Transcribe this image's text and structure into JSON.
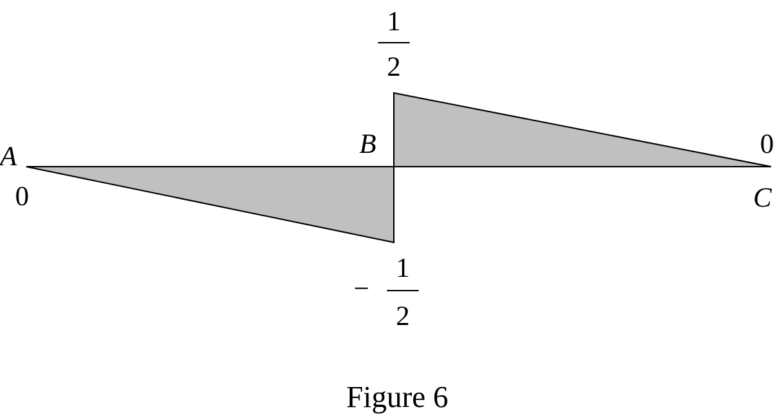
{
  "figure": {
    "caption": "Figure 6",
    "fill_color": "#c0c0c0",
    "line_color": "#000000"
  },
  "points": {
    "A": "A",
    "B": "B",
    "C": "C"
  },
  "values": {
    "at_A": "0",
    "at_C": "0",
    "top_numerator": "1",
    "top_denominator": "2",
    "bottom_sign": "−",
    "bottom_numerator": "1",
    "bottom_denominator": "2"
  }
}
